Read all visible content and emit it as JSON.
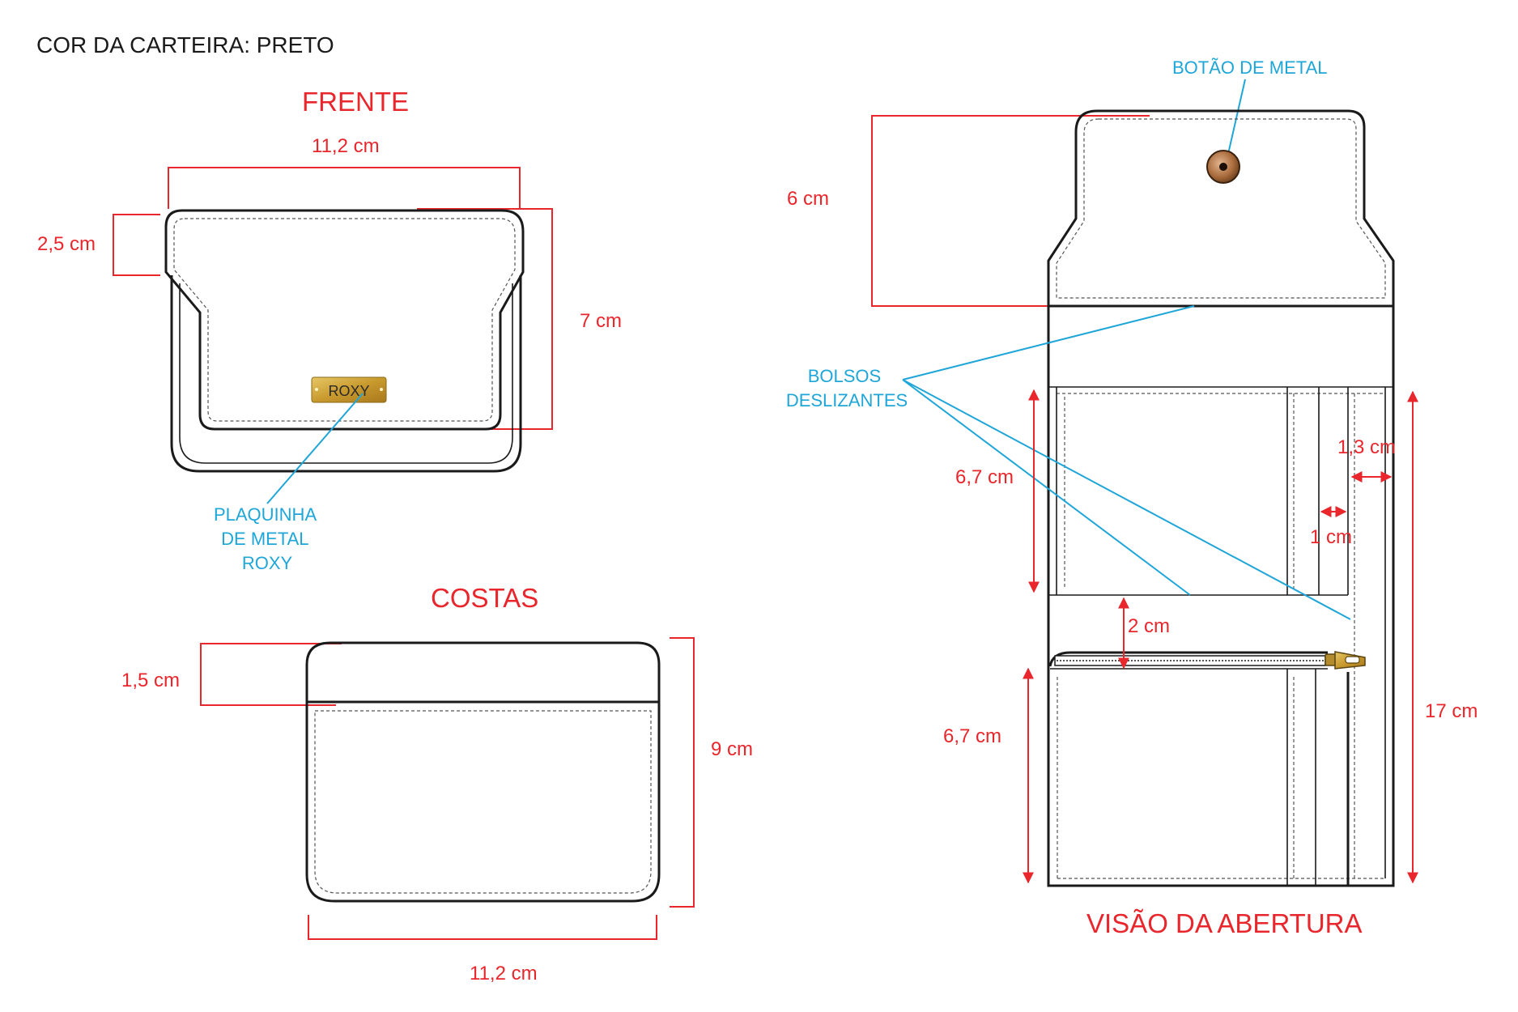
{
  "header": {
    "title": "COR DA CARTEIRA: PRETO"
  },
  "front": {
    "title": "FRENTE",
    "width_label": "11,2  cm",
    "flap_label": "2,5  cm",
    "height_label": "7  cm",
    "plate_text": "ROXY",
    "plate_note": [
      "PLAQUINHA",
      "DE METAL",
      "ROXY"
    ]
  },
  "back": {
    "title": "COSTAS",
    "band_label": "1,5  cm",
    "height_label": "9  cm",
    "width_label": "11,2  cm"
  },
  "open": {
    "title": "VISÃO DA ABERTURA",
    "button_note": "BOTÃO DE METAL",
    "pockets_note": [
      "BOLSOS",
      "DESLIZANTES"
    ],
    "flap_label": "6  cm",
    "upper_pocket_label": "6,7  cm",
    "slot_label": "1,3  cm",
    "slot_gap_label": "1  cm",
    "gap_label": "2 cm",
    "lower_pocket_label": "6,7  cm",
    "total_label": "17  cm"
  },
  "colors": {
    "dimension": "#e8262c",
    "annotation": "#1fa6d8",
    "outline": "#1a1a1a",
    "metal_plate": "#c9a23a",
    "metal_button": "#a86a3a"
  }
}
